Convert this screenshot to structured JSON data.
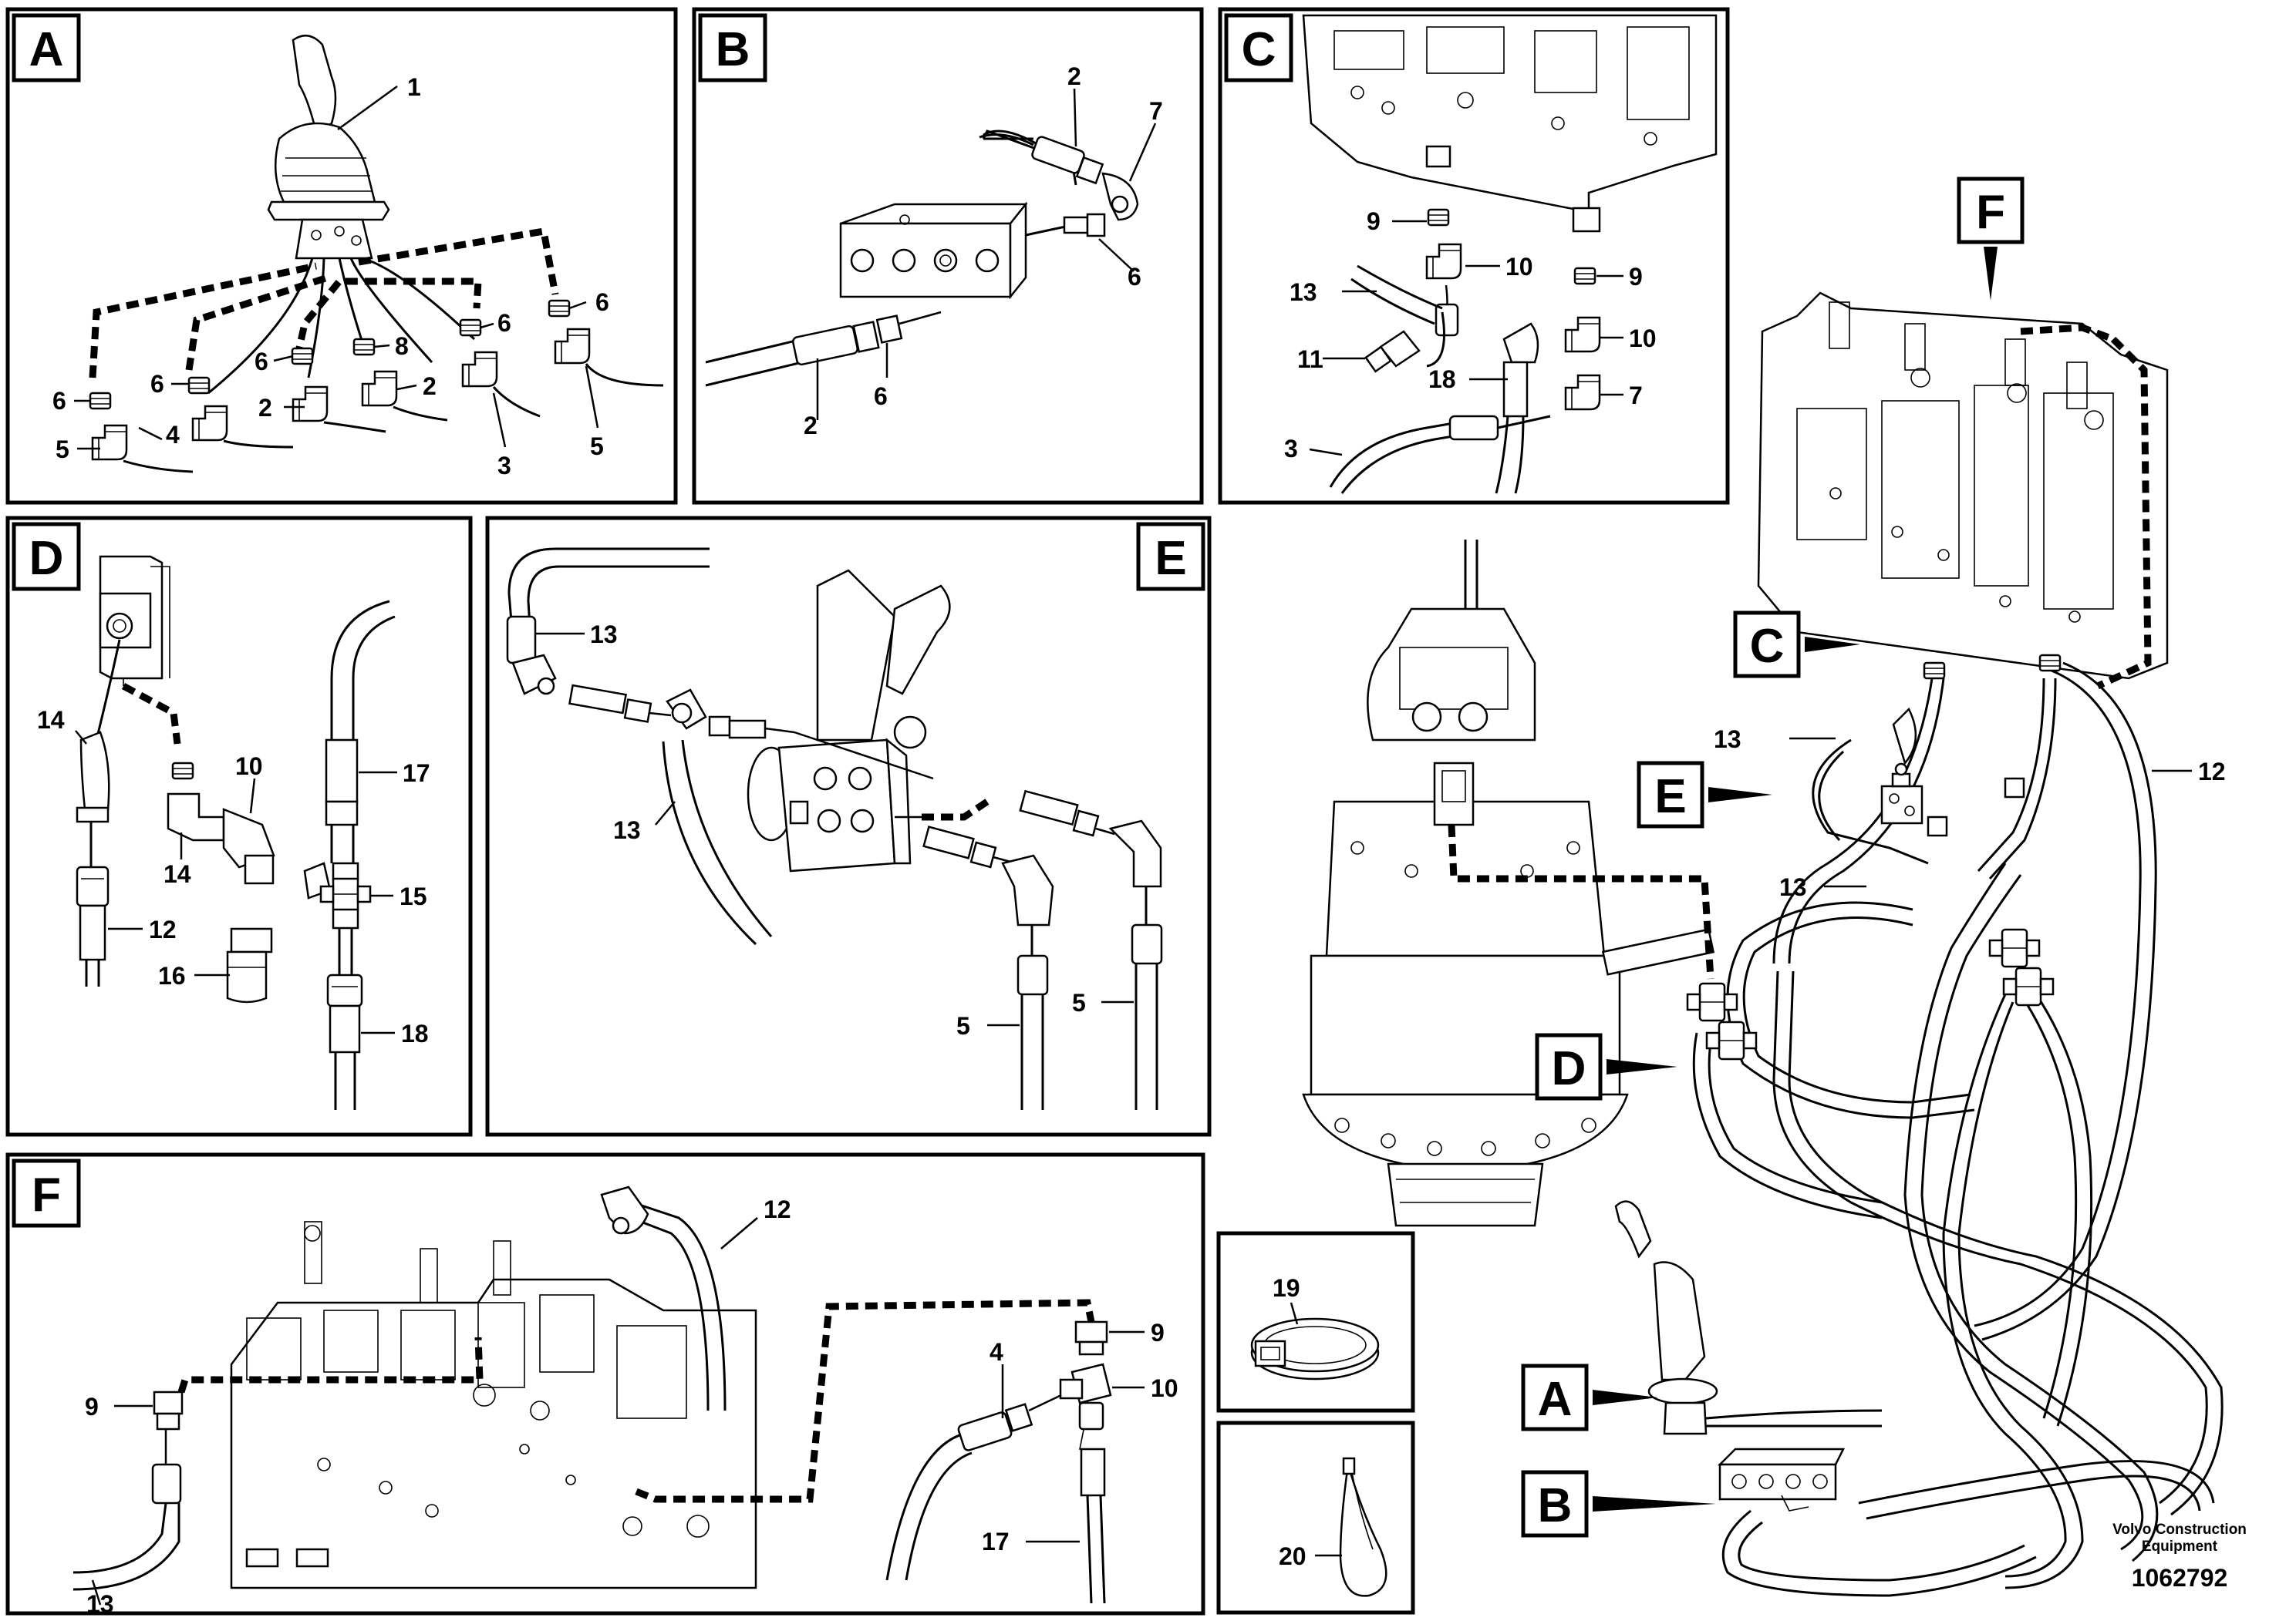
{
  "panels": [
    {
      "id": "A",
      "label": "A"
    },
    {
      "id": "B",
      "label": "B"
    },
    {
      "id": "C",
      "label": "C"
    },
    {
      "id": "D",
      "label": "D"
    },
    {
      "id": "E",
      "label": "E"
    },
    {
      "id": "F",
      "label": "F"
    }
  ],
  "overview_tags": [
    "F",
    "C",
    "E",
    "D",
    "A",
    "B"
  ],
  "callouts": {
    "A": [
      "1",
      "6",
      "6",
      "6",
      "8",
      "6",
      "6",
      "2",
      "2",
      "4",
      "3",
      "5",
      "5"
    ],
    "B": [
      "2",
      "7",
      "6",
      "2",
      "6"
    ],
    "C": [
      "9",
      "10",
      "13",
      "9",
      "11",
      "10",
      "18",
      "7",
      "3"
    ],
    "D": [
      "14",
      "10",
      "17",
      "14",
      "15",
      "12",
      "16",
      "18"
    ],
    "E": [
      "13",
      "13",
      "5",
      "5"
    ],
    "F": [
      "12",
      "9",
      "4",
      "10",
      "9",
      "13",
      "17"
    ],
    "overview": [
      "13",
      "12",
      "13"
    ],
    "small1": [
      "19"
    ],
    "small2": [
      "20"
    ]
  },
  "footer": {
    "line1": "Volvo Construction",
    "line2": "Equipment",
    "ref_number": "1062792"
  },
  "colors": {
    "ink": "#000000",
    "paper": "#ffffff"
  }
}
